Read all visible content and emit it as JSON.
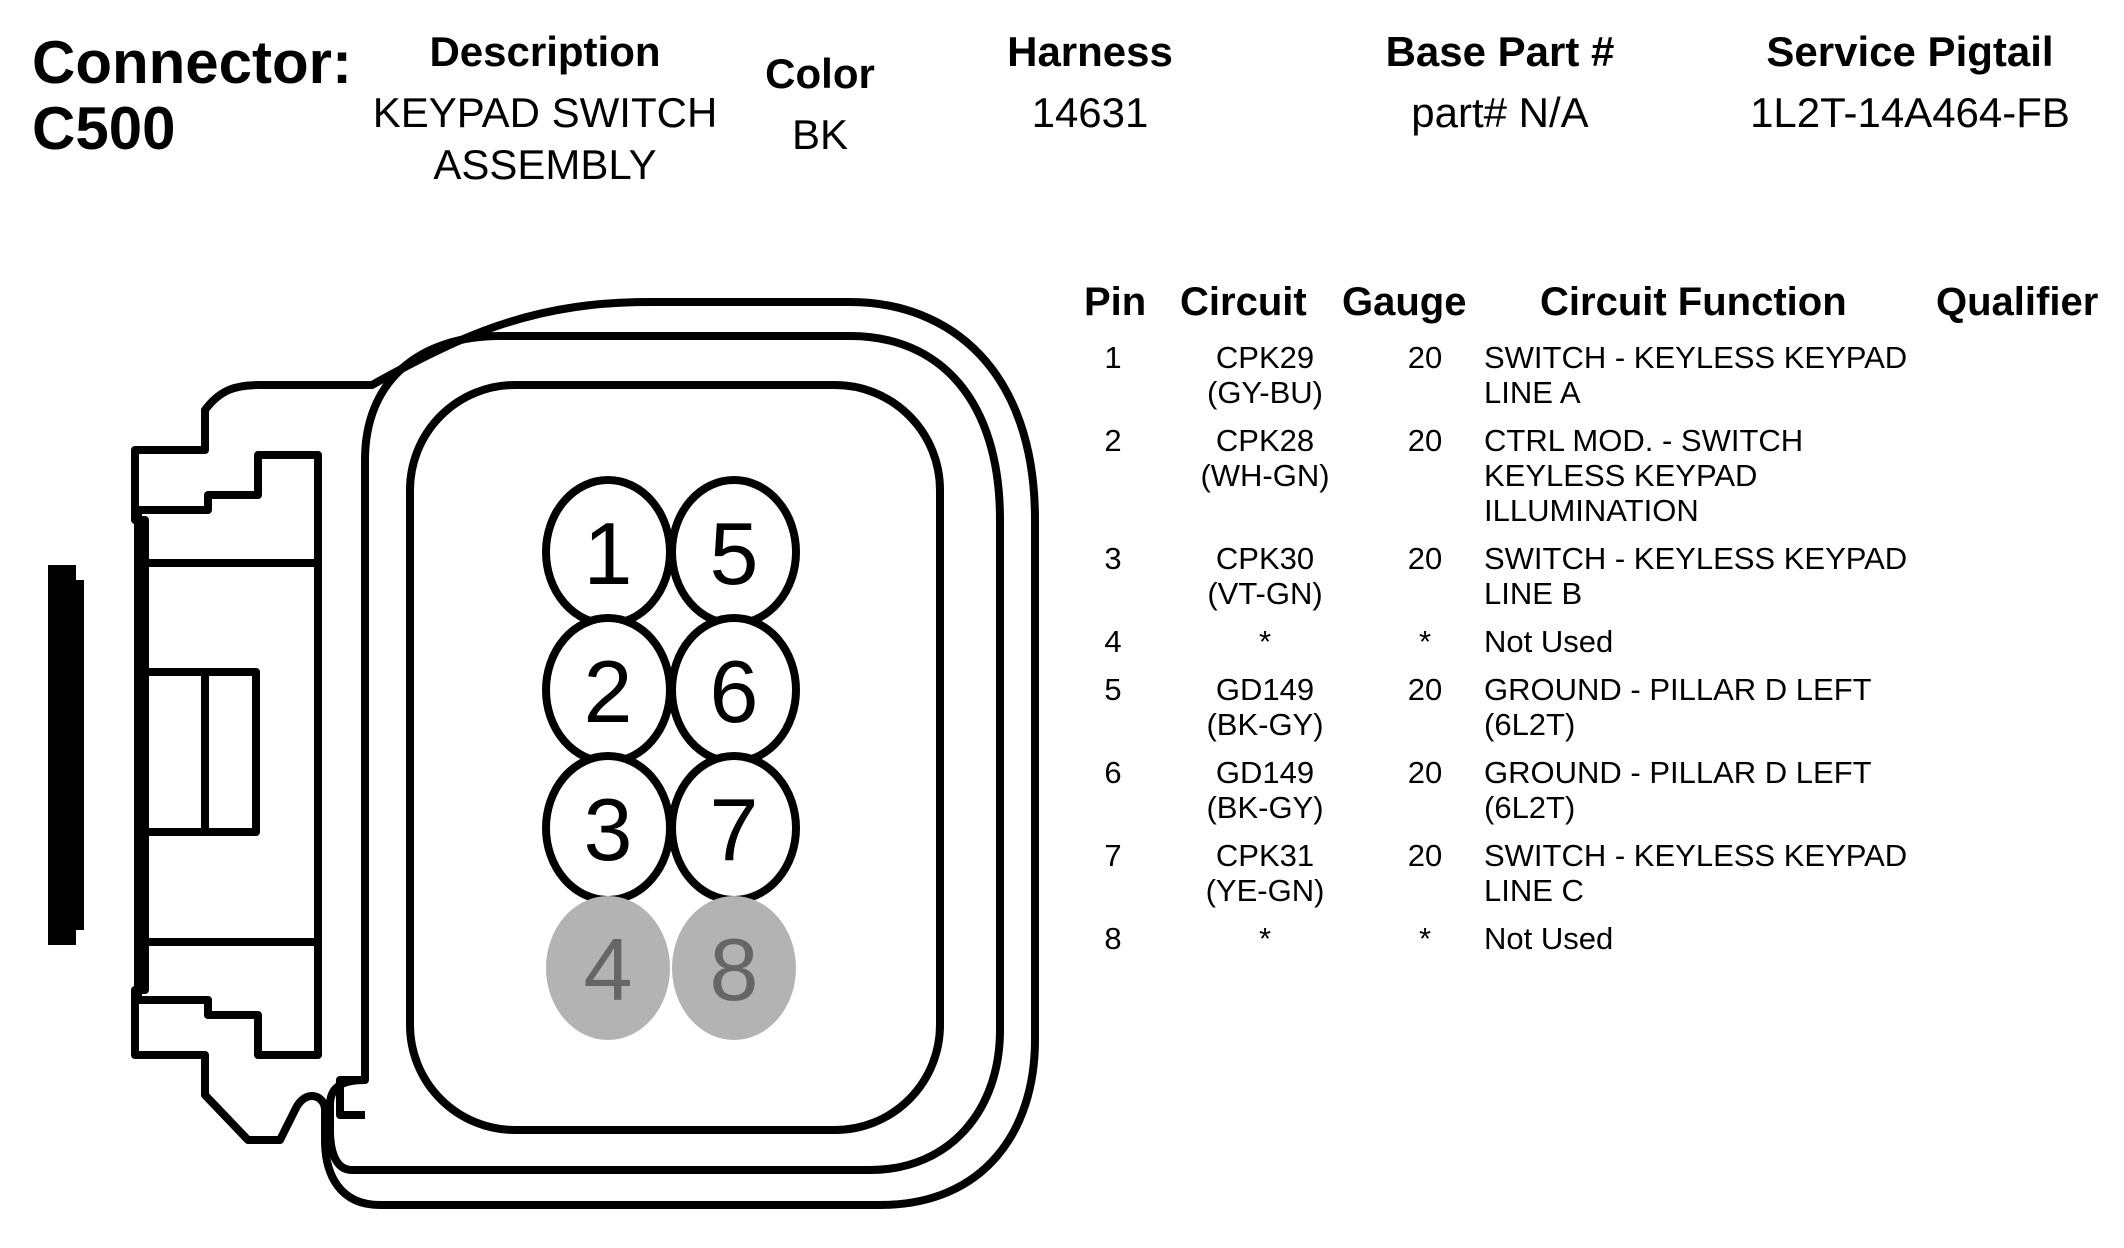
{
  "header": {
    "connector_title": "Connector:\nC500",
    "description_label": "Description",
    "description_value": "KEYPAD SWITCH\nASSEMBLY",
    "color_label": "Color",
    "color_value": "BK",
    "harness_label": "Harness",
    "harness_value": "14631",
    "base_part_label": "Base Part #",
    "base_part_value": "part# N/A",
    "pigtail_label": "Service Pigtail",
    "pigtail_value": "1L2T-14A464-FB"
  },
  "diagram": {
    "pins": [
      {
        "label": "1",
        "used": true
      },
      {
        "label": "5",
        "used": true
      },
      {
        "label": "2",
        "used": true
      },
      {
        "label": "6",
        "used": true
      },
      {
        "label": "3",
        "used": true
      },
      {
        "label": "7",
        "used": true
      },
      {
        "label": "4",
        "used": false
      },
      {
        "label": "8",
        "used": false
      }
    ],
    "colors": {
      "outline": "#000000",
      "unused_fill": "#b3b3b3",
      "unused_text": "#666666"
    }
  },
  "table": {
    "headers": {
      "pin": "Pin",
      "circuit": "Circuit",
      "gauge": "Gauge",
      "function": "Circuit Function",
      "qualifier": "Qualifier"
    },
    "rows": [
      {
        "pin": "1",
        "circuit": "CPK29\n(GY-BU)",
        "gauge": "20",
        "function": "SWITCH - KEYLESS KEYPAD\nLINE A"
      },
      {
        "pin": "2",
        "circuit": "CPK28\n(WH-GN)",
        "gauge": "20",
        "function": "CTRL MOD. - SWITCH\nKEYLESS KEYPAD\nILLUMINATION"
      },
      {
        "pin": "3",
        "circuit": "CPK30\n(VT-GN)",
        "gauge": "20",
        "function": "SWITCH - KEYLESS KEYPAD\nLINE B"
      },
      {
        "pin": "4",
        "circuit": "*",
        "gauge": "*",
        "function": "Not Used"
      },
      {
        "pin": "5",
        "circuit": "GD149\n(BK-GY)",
        "gauge": "20",
        "function": "GROUND - PILLAR D LEFT\n(6L2T)"
      },
      {
        "pin": "6",
        "circuit": "GD149\n(BK-GY)",
        "gauge": "20",
        "function": "GROUND - PILLAR D LEFT\n(6L2T)"
      },
      {
        "pin": "7",
        "circuit": "CPK31\n(YE-GN)",
        "gauge": "20",
        "function": "SWITCH - KEYLESS KEYPAD\nLINE C"
      },
      {
        "pin": "8",
        "circuit": "*",
        "gauge": "*",
        "function": "Not Used"
      }
    ]
  }
}
